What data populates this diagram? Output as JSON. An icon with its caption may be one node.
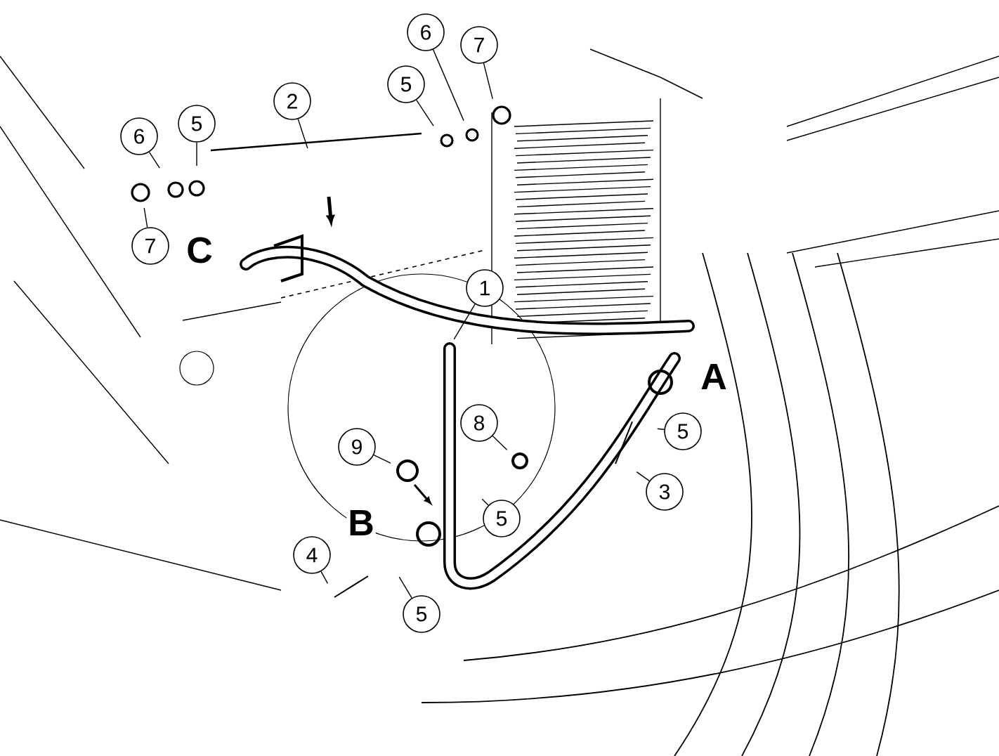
{
  "diagram": {
    "nodes": [
      {
        "text": [
          "6"
        ]
      },
      {
        "text": [
          "7"
        ]
      },
      {
        "text": [
          "5"
        ]
      },
      {
        "text": [
          "2"
        ]
      },
      {
        "text": [
          "5"
        ]
      },
      {
        "text": [
          "6"
        ]
      },
      {
        "text": [
          "7"
        ]
      },
      {
        "text": [
          "1"
        ]
      },
      {
        "text": [
          "8"
        ]
      },
      {
        "text": [
          "5"
        ]
      },
      {
        "text": [
          "9"
        ]
      },
      {
        "text": [
          "3"
        ]
      },
      {
        "text": [
          "5"
        ]
      },
      {
        "text": [
          "4"
        ]
      },
      {
        "text": [
          "5"
        ]
      }
    ],
    "edges": [
      {
        "from": 0,
        "to": null,
        "arrow": "none"
      },
      {
        "from": 1,
        "to": null,
        "arrow": "none"
      },
      {
        "from": 2,
        "to": null,
        "arrow": "none"
      },
      {
        "from": 3,
        "to": null,
        "arrow": "none"
      },
      {
        "from": 4,
        "to": null,
        "arrow": "none"
      },
      {
        "from": 5,
        "to": null,
        "arrow": "none"
      },
      {
        "from": 6,
        "to": null,
        "arrow": "none"
      },
      {
        "from": 7,
        "to": null,
        "arrow": "none"
      },
      {
        "from": 8,
        "to": null,
        "arrow": "none"
      },
      {
        "from": 9,
        "to": null,
        "arrow": "none"
      },
      {
        "from": 10,
        "to": null,
        "arrow": "none"
      },
      {
        "from": 11,
        "to": null,
        "arrow": "none"
      },
      {
        "from": 12,
        "to": null,
        "arrow": "none"
      },
      {
        "from": 13,
        "to": null,
        "arrow": "none"
      },
      {
        "from": 14,
        "to": null,
        "arrow": "none"
      }
    ],
    "labels": [
      "C",
      "A",
      "B"
    ]
  }
}
